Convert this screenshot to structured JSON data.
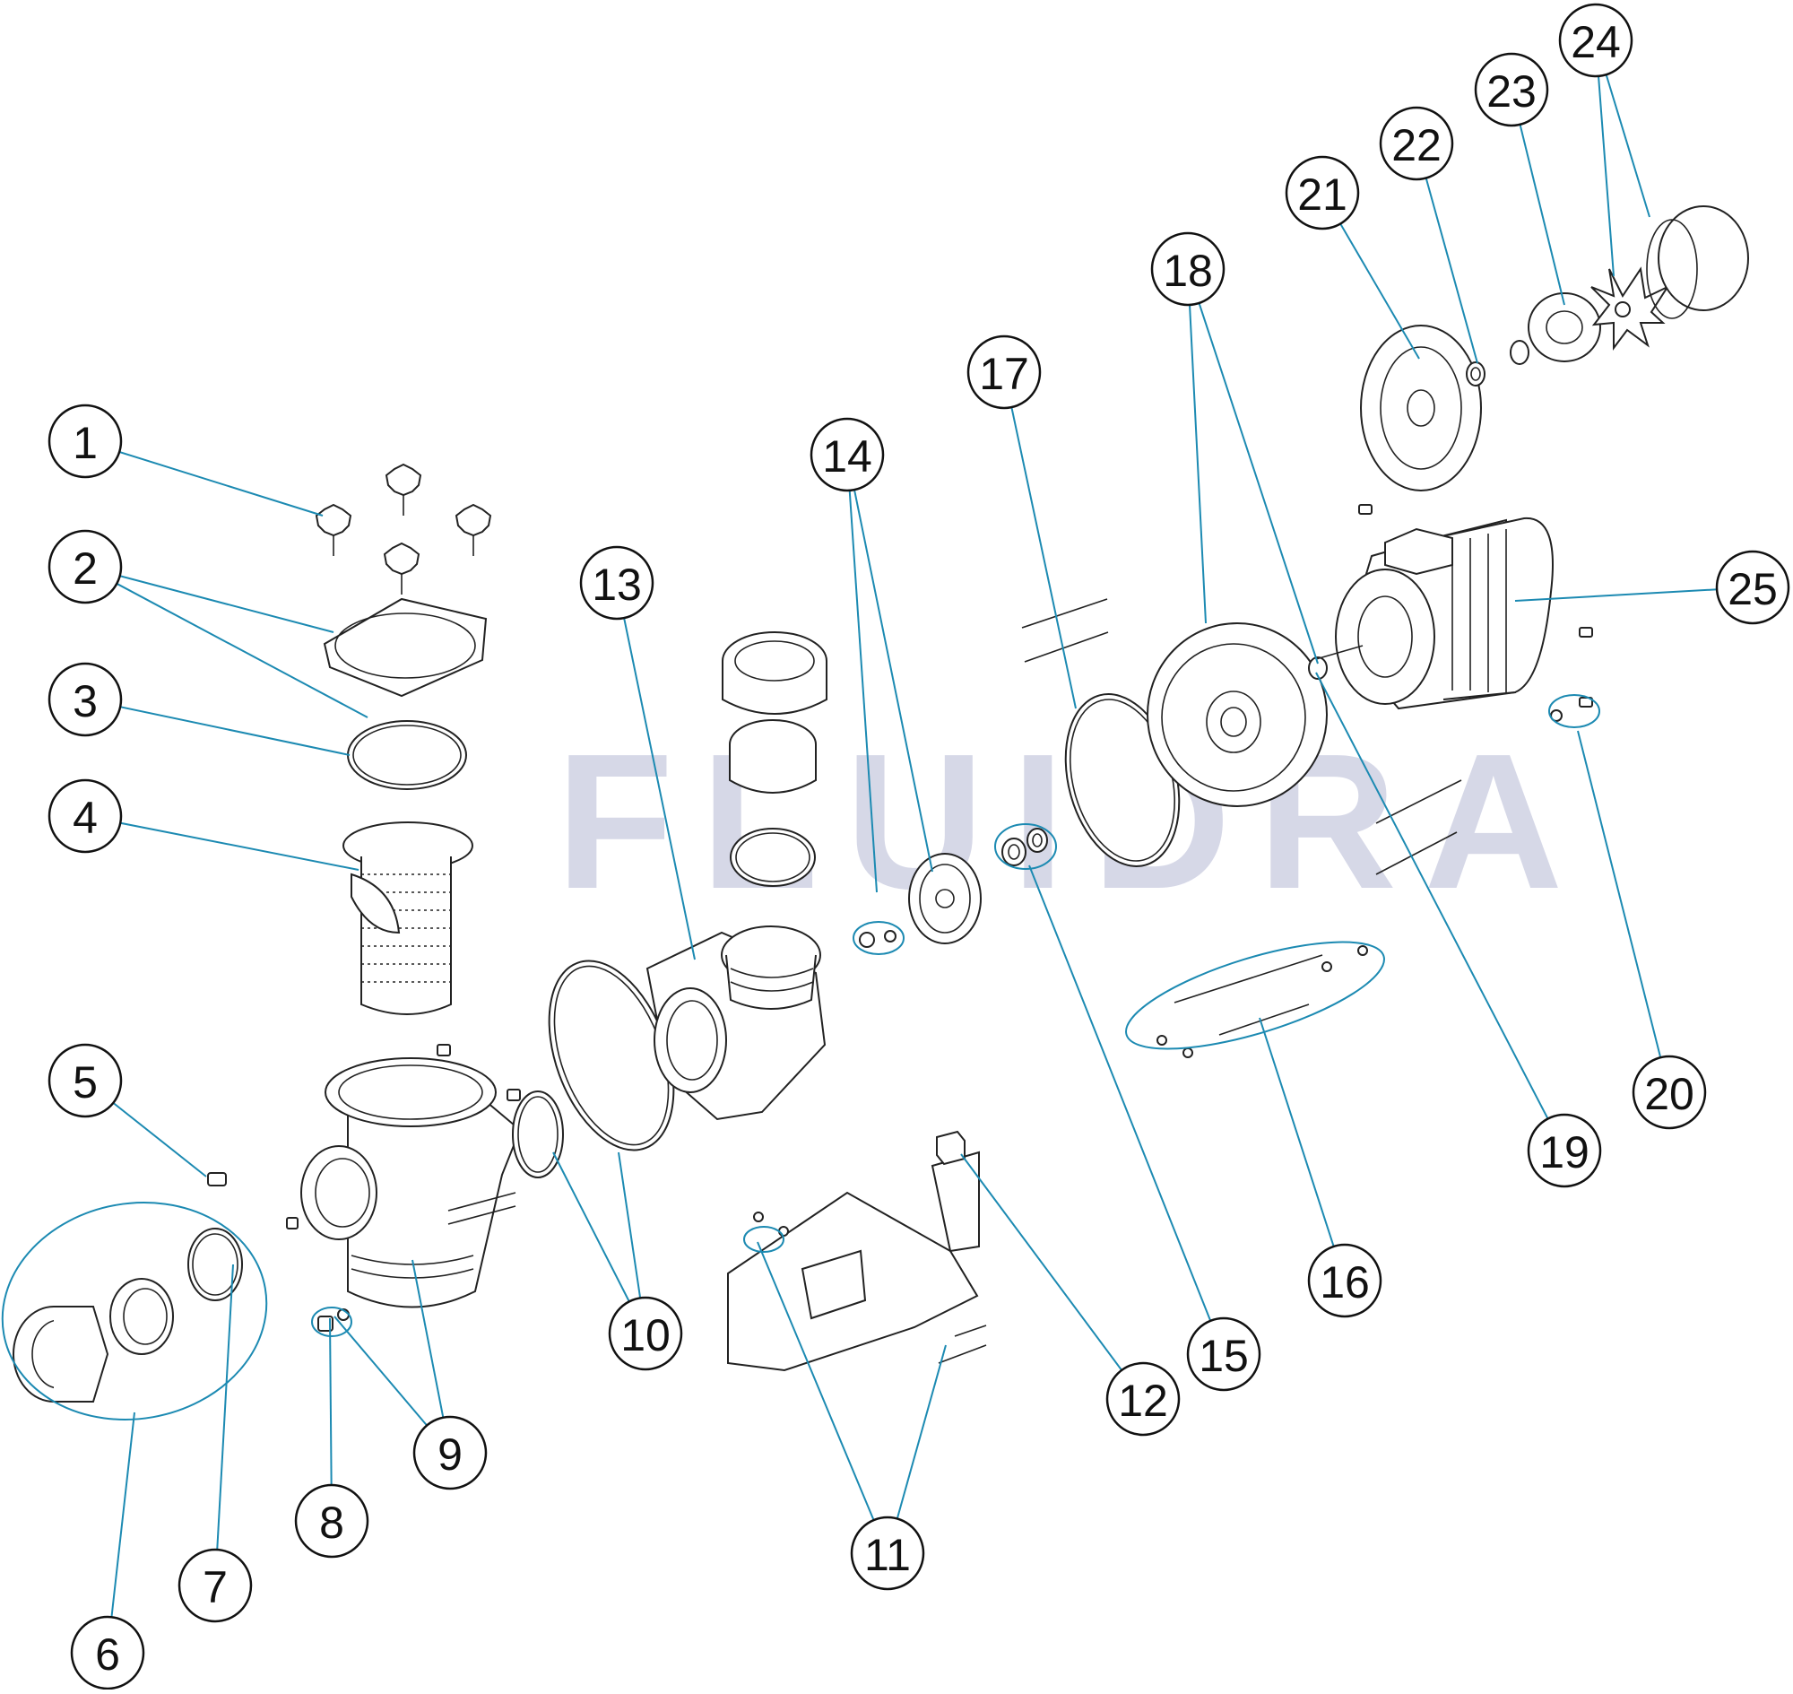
{
  "brand": {
    "watermark": "FLUIDRA"
  },
  "colors": {
    "leader": "#1c8ab2",
    "outline": "#222222",
    "watermark": "#c9cbe0"
  },
  "callouts": [
    "1",
    "2",
    "3",
    "4",
    "5",
    "6",
    "7",
    "8",
    "9",
    "10",
    "11",
    "12",
    "13",
    "14",
    "15",
    "16",
    "17",
    "18",
    "19",
    "20",
    "21",
    "22",
    "23",
    "24",
    "25"
  ]
}
